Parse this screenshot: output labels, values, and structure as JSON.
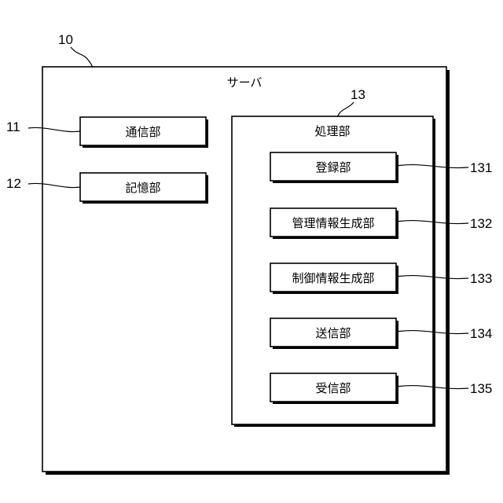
{
  "server": {
    "ref": "10",
    "title": "サーバ"
  },
  "communication_unit": {
    "ref": "11",
    "label": "通信部"
  },
  "storage_unit": {
    "ref": "12",
    "label": "記憶部"
  },
  "processing_unit": {
    "ref": "13",
    "title": "処理部",
    "modules": [
      {
        "ref": "131",
        "label": "登録部"
      },
      {
        "ref": "132",
        "label": "管理情報生成部"
      },
      {
        "ref": "133",
        "label": "制御情報生成部"
      },
      {
        "ref": "134",
        "label": "送信部"
      },
      {
        "ref": "135",
        "label": "受信部"
      }
    ]
  }
}
